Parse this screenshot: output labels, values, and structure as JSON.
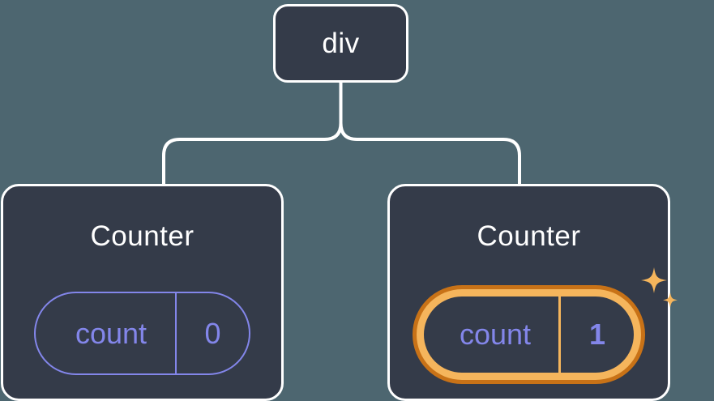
{
  "diagram": {
    "type": "component-tree",
    "title": "React component tree with state",
    "background_color": "#4d6670",
    "node_fill_color": "#343b49",
    "node_border_color": "#ffffff",
    "edge_color": "#ffffff",
    "state_color": "#8386ea",
    "highlight_color": "#f5b55c",
    "highlight_edge_color": "#c87217",
    "sparkle_color": "#f5b55c"
  },
  "root": {
    "label": "div"
  },
  "children": [
    {
      "label": "Counter",
      "highlighted": false,
      "state": {
        "key": "count",
        "value": "0"
      }
    },
    {
      "label": "Counter",
      "highlighted": true,
      "state": {
        "key": "count",
        "value": "1"
      },
      "sparkle_icons": [
        "sparkle-large",
        "sparkle-small"
      ]
    }
  ]
}
